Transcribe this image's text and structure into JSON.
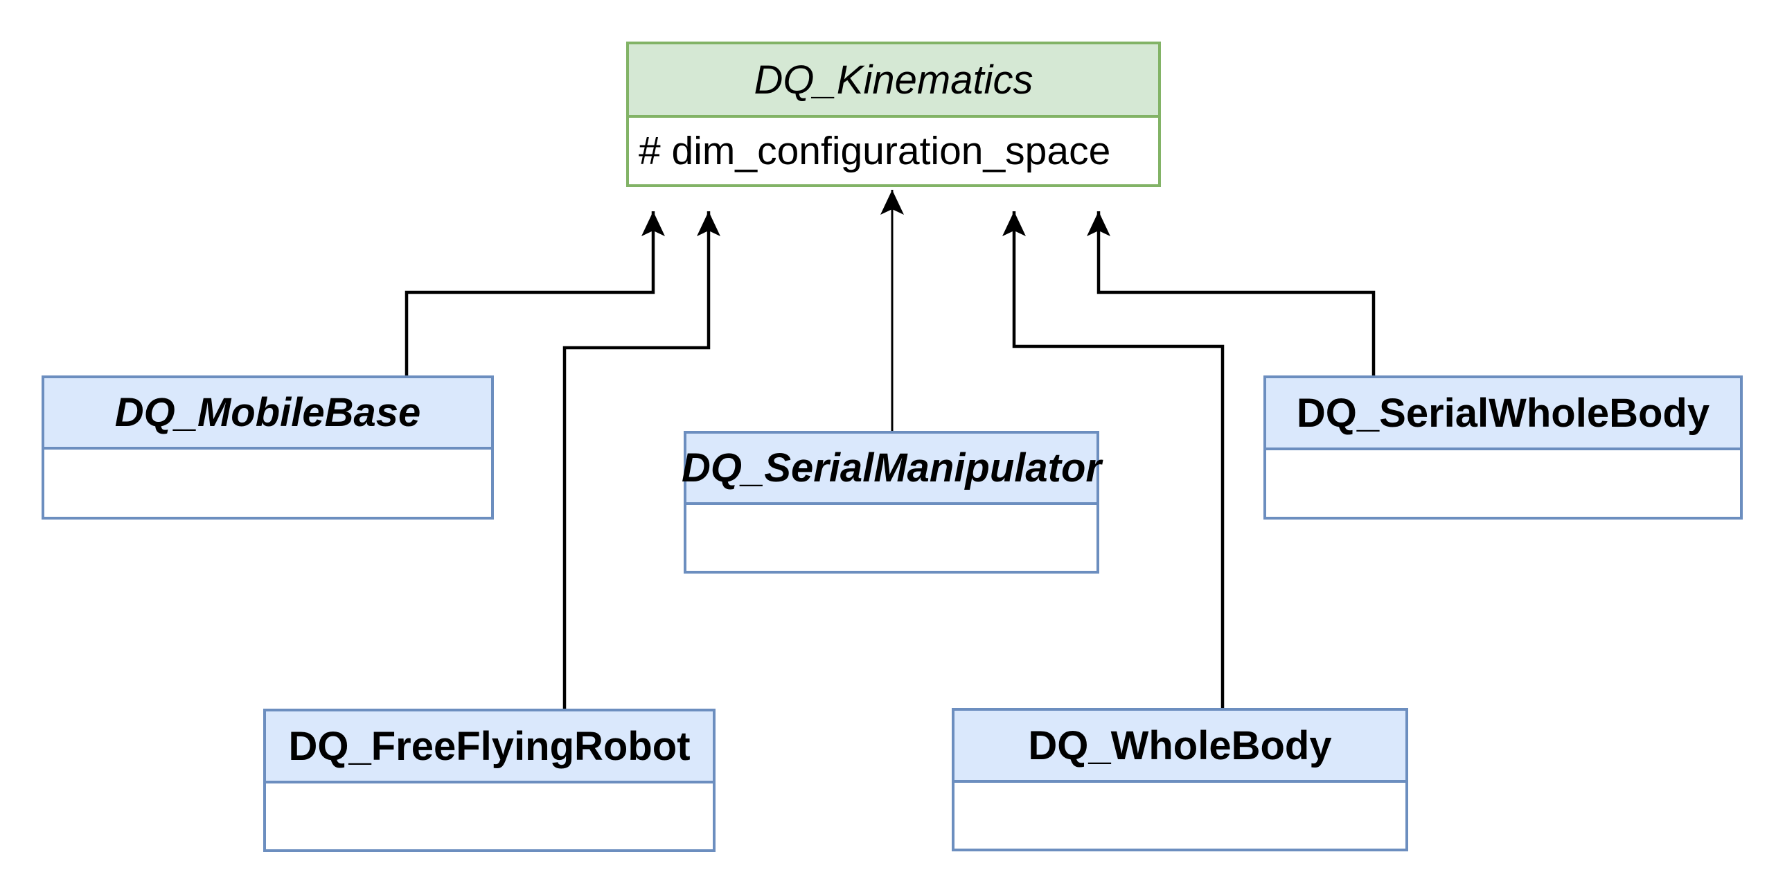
{
  "diagram": {
    "type": "uml-class-diagram",
    "background": "#ffffff",
    "colors": {
      "green_fill": "#d5e8d4",
      "green_border": "#82b366",
      "blue_fill": "#dae8fc",
      "blue_border": "#6c8ebf",
      "edge_line": "#000000",
      "text": "#000000"
    },
    "classes": [
      {
        "id": "kinematics",
        "name": "DQ_Kinematics",
        "theme": "green",
        "abstract": true,
        "bold": false,
        "attributes": [
          "# dim_configuration_space"
        ]
      },
      {
        "id": "mobile_base",
        "name": "DQ_MobileBase",
        "theme": "blue",
        "abstract": true,
        "bold": true,
        "attributes": []
      },
      {
        "id": "serial_manipulator",
        "name": "DQ_SerialManipulator",
        "theme": "blue",
        "abstract": true,
        "bold": true,
        "attributes": []
      },
      {
        "id": "serial_whole_body",
        "name": "DQ_SerialWholeBody",
        "theme": "blue",
        "abstract": false,
        "bold": true,
        "attributes": []
      },
      {
        "id": "free_flying_robot",
        "name": "DQ_FreeFlyingRobot",
        "theme": "blue",
        "abstract": false,
        "bold": true,
        "attributes": []
      },
      {
        "id": "whole_body",
        "name": "DQ_WholeBody",
        "theme": "blue",
        "abstract": false,
        "bold": true,
        "attributes": []
      }
    ],
    "relations": [
      {
        "from": "mobile_base",
        "to": "kinematics",
        "type": "generalization"
      },
      {
        "from": "free_flying_robot",
        "to": "kinematics",
        "type": "generalization"
      },
      {
        "from": "serial_manipulator",
        "to": "kinematics",
        "type": "generalization"
      },
      {
        "from": "whole_body",
        "to": "kinematics",
        "type": "generalization"
      },
      {
        "from": "serial_whole_body",
        "to": "kinematics",
        "type": "generalization"
      }
    ]
  }
}
